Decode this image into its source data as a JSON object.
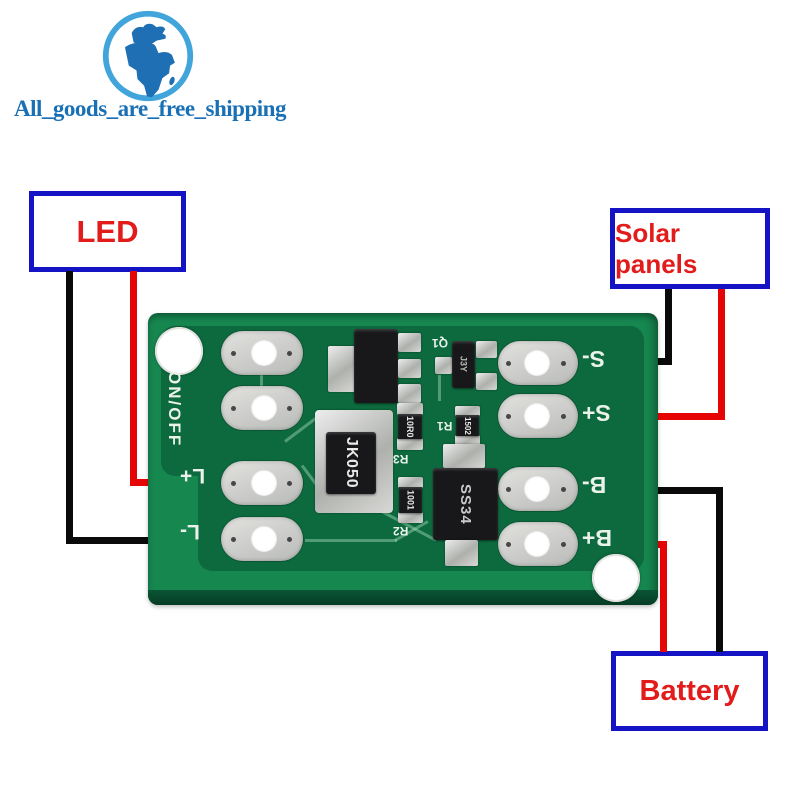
{
  "logo": {
    "caption": "All_goods_are_free_shipping",
    "icon": "globe-icon"
  },
  "callouts": {
    "led": "LED",
    "solar": "Solar panels",
    "battery": "Battery"
  },
  "pcb": {
    "silkscreen": {
      "onoff": "ON/OFF",
      "led_plus": "L+",
      "led_minus": "L-",
      "solar_minus": "S-",
      "solar_plus": "S+",
      "batt_minus": "B-",
      "batt_plus": "B+",
      "q1": "Q1",
      "r1": "R1",
      "r2": "R2",
      "r3": "R3"
    },
    "components": {
      "fuse_line1": "JK",
      "fuse_line2": "050",
      "transistor": "J3Y",
      "diode": "SS34",
      "res_10r0": "10R0",
      "res_1502": "1502",
      "res_1001": "1001"
    }
  },
  "colors": {
    "wire_red": "#e60505",
    "wire_black": "#0a0a0a",
    "callout_border_blue": "#1414c4",
    "callout_text_red": "#e21b1b",
    "logo_blue": "#1a70b5",
    "logo_ring_blue": "#41a5dc",
    "pcb_green": "#178750",
    "pcb_dark_green": "#0d6a3e",
    "silkscreen_white": "#eaf2ea"
  }
}
